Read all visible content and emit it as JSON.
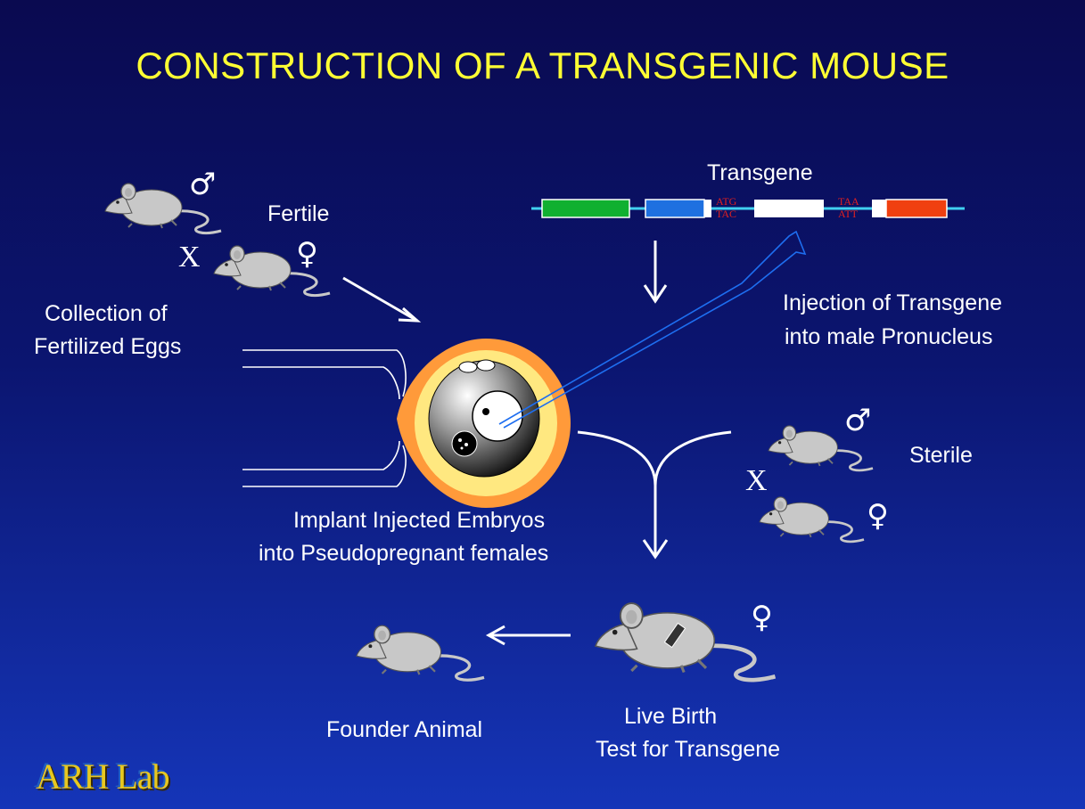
{
  "title": "CONSTRUCTION OF A TRANSGENIC MOUSE",
  "labels": {
    "fertile": "Fertile",
    "collection": [
      "Collection of",
      "Fertilized Eggs"
    ],
    "transgene": "Transgene",
    "injection": [
      "Injection of Transgene",
      "into male Pronucleus"
    ],
    "sterile": "Sterile",
    "implant": [
      "Implant Injected Embryos",
      "into  Pseudopregnant females"
    ],
    "founder": "Founder Animal",
    "live_birth": [
      "Live Birth",
      "Test for Transgene"
    ],
    "cross_symbol": "X"
  },
  "transgene_codons": {
    "start_top": "ATG",
    "start_bottom": "TAC",
    "stop_top": "TAA",
    "stop_bottom": "ATT"
  },
  "logo": "ARH Lab",
  "colors": {
    "title": "#ffff33",
    "text": "#ffffff",
    "codon": "#e02020",
    "segment_green": "#10b030",
    "segment_blue": "#1e70e0",
    "segment_red": "#f04010",
    "dna_line": "#40d0f0",
    "egg_zona": "#ff9a3a",
    "egg_yellow": "#ffe880",
    "mouse": "#c8c8c8"
  }
}
